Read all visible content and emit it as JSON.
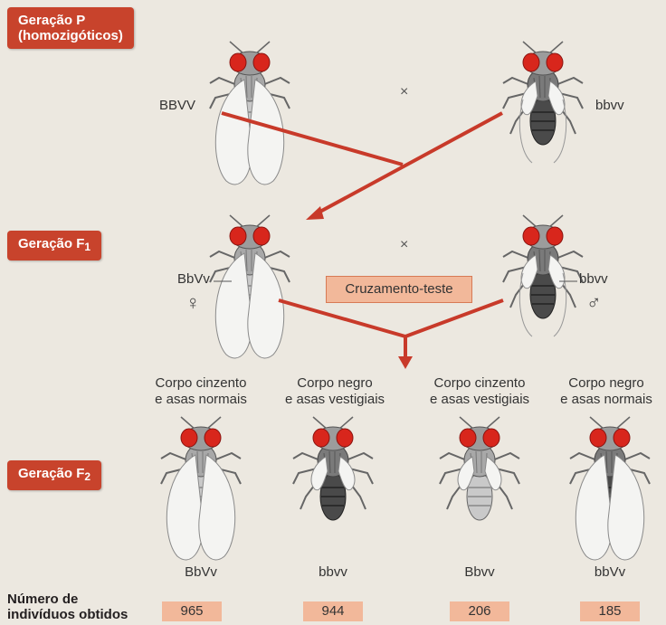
{
  "generations": {
    "p_title_line1": "Geração P",
    "p_title_line2": "(homozigóticos)",
    "f1_title": "Geração F",
    "f1_sub": "1",
    "f2_title": "Geração F",
    "f2_sub": "2"
  },
  "parents": {
    "p_left_genotype": "BBVV",
    "p_right_genotype": "bbvv",
    "cross_symbol": "×"
  },
  "f1": {
    "left_genotype": "BbVv",
    "right_genotype": "bbvv",
    "female_symbol": "♀",
    "male_symbol": "♂",
    "cross_symbol": "×",
    "testcross_label": "Cruzamento-teste"
  },
  "f2": {
    "phenotypes": [
      {
        "line1": "Corpo cinzento",
        "line2": "e asas normais"
      },
      {
        "line1": "Corpo negro",
        "line2": "e asas vestigiais"
      },
      {
        "line1": "Corpo cinzento",
        "line2": "e asas vestigiais"
      },
      {
        "line1": "Corpo negro",
        "line2": "e asas normais"
      }
    ],
    "genotypes": [
      "BbVv",
      "bbvv",
      "Bbvv",
      "bbVv"
    ],
    "count_label_line1": "Número de",
    "count_label_line2": "indivíduos obtidos",
    "counts": [
      "965",
      "944",
      "206",
      "185"
    ]
  },
  "colors": {
    "tag_red": "#c8432c",
    "arrow_red": "#c83a2a",
    "box_salmon": "#f2b89a",
    "eye_red": "#d8261c",
    "body_gray": "#9a9a9a",
    "body_dark": "#3a3a3a"
  }
}
